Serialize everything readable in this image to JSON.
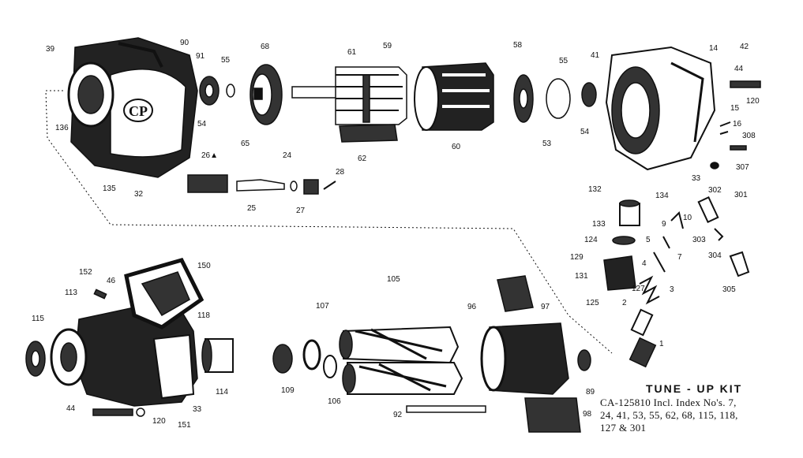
{
  "part_labels": [
    "39",
    "90",
    "91",
    "55",
    "68",
    "61",
    "59",
    "58",
    "55",
    "41",
    "14",
    "42",
    "44",
    "120",
    "136",
    "135",
    "32",
    "54",
    "65",
    "62",
    "60",
    "53",
    "54",
    "26▲",
    "24",
    "28",
    "25",
    "27",
    "15",
    "16",
    "308",
    "307",
    "33",
    "132",
    "134",
    "302",
    "301",
    "10",
    "9",
    "133",
    "5",
    "303",
    "124",
    "129",
    "131",
    "127",
    "125",
    "4",
    "7",
    "304",
    "305",
    "2",
    "3",
    "1",
    "152",
    "46",
    "150",
    "113",
    "115",
    "118",
    "114",
    "33",
    "151",
    "44",
    "120",
    "107",
    "109",
    "106",
    "105",
    "96",
    "97",
    "89",
    "92",
    "98"
  ],
  "kit": {
    "title": "TUNE - UP KIT",
    "line1": "CA-125810 Incl. Index No's. 7,",
    "line2": "24, 41, 53, 55, 62, 68, 115, 118,",
    "line3": "127 & 301"
  }
}
